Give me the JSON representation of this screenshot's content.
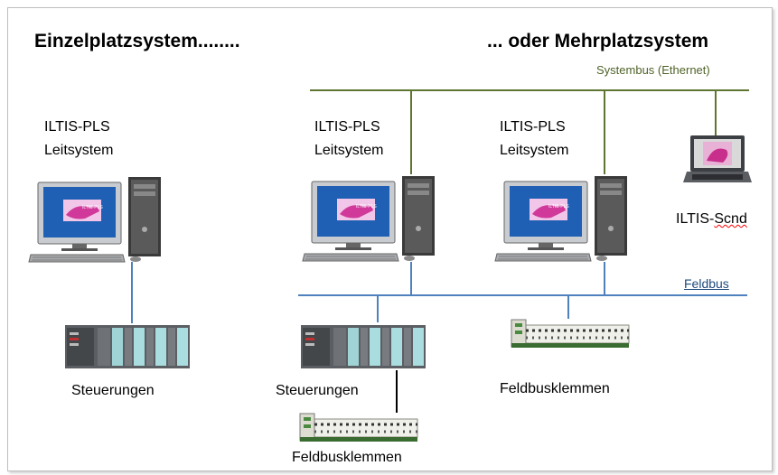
{
  "titles": {
    "left": "Einzelplatzsystem........",
    "right": "... oder Mehrplatzsystem"
  },
  "buses": {
    "systembus": "Systembus (Ethernet)",
    "feldbus": "Feldbus"
  },
  "stations": [
    {
      "line1": "ILTIS-PLS",
      "line2": "Leitsystem"
    },
    {
      "line1": "ILTIS-PLS",
      "line2": "Leitsystem"
    },
    {
      "line1": "ILTIS-PLS",
      "line2": "Leitsystem"
    }
  ],
  "laptop_label_prefix": "ILTIS-",
  "laptop_label_suffix": "Scnd",
  "devices": {
    "steuerungen_left": "Steuerungen",
    "steuerungen_right": "Steuerungen",
    "feldbusklemmen_right": "Feldbusklemmen",
    "feldbusklemmen_bottom": "Feldbusklemmen"
  },
  "screen_logo": "ILTIS-PLS",
  "colors": {
    "systembus": "#5f7532",
    "feldbus": "#4f81bd",
    "cable": "#000000",
    "screen": "#1f5fb4"
  }
}
